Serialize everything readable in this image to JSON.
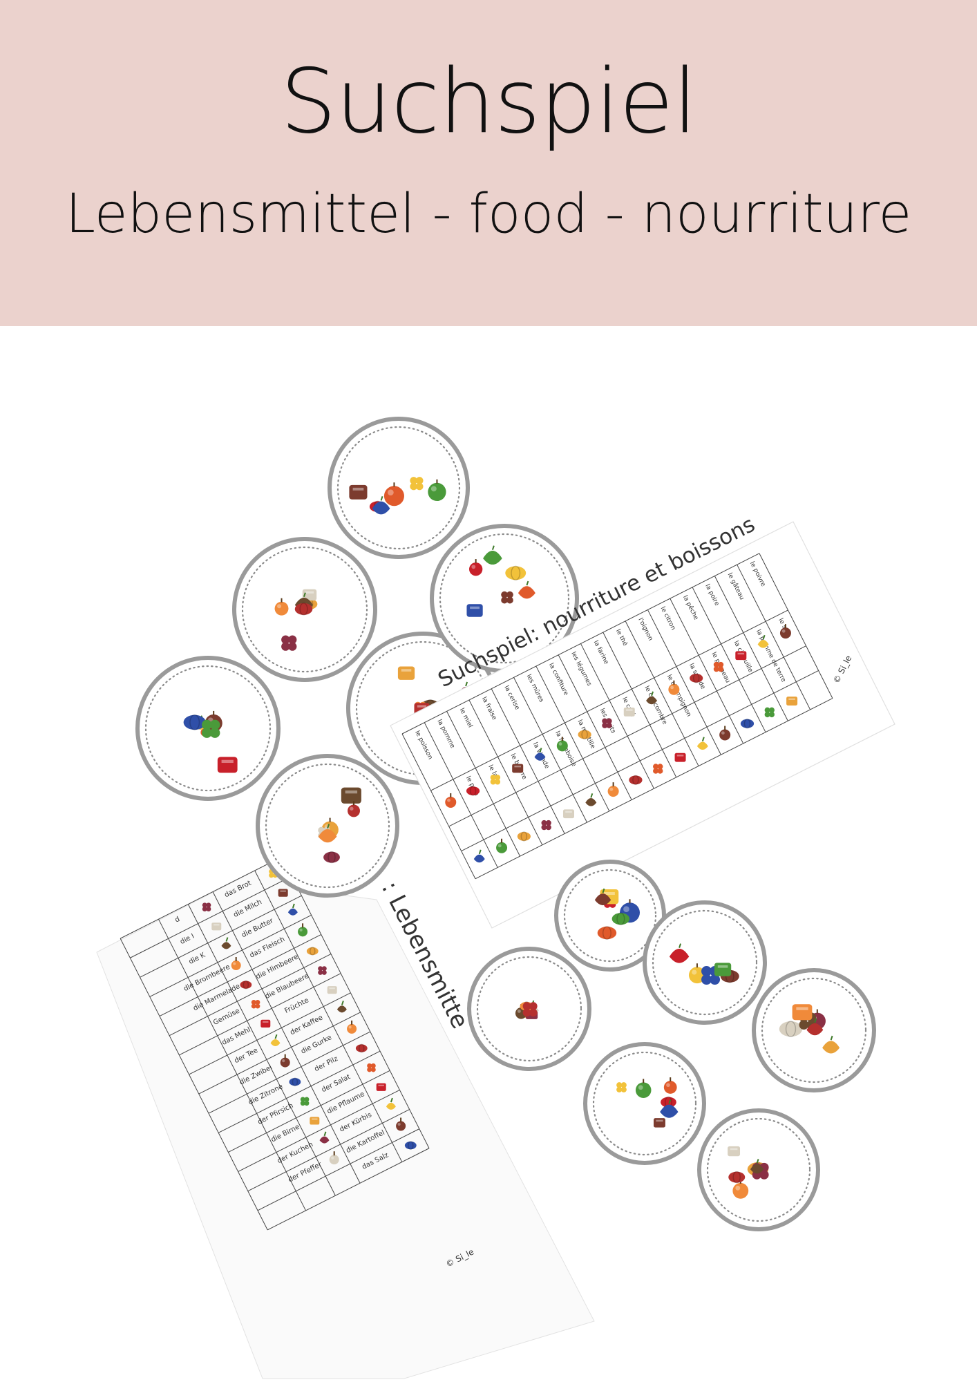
{
  "header": {
    "title": "Suchspiel",
    "subtitle": "Lebensmittel - food - nourriture"
  },
  "french_sheet": {
    "title": "Suchspiel: nourriture et boissons",
    "words": [
      "le pain",
      "le lait",
      "le beurre",
      "la viande",
      "la framboise",
      "la myrtille",
      "les fruits",
      "le café",
      "le concombre",
      "le champignon",
      "la salade",
      "le pruneau",
      "la citrouille",
      "la pomme de terre",
      "le sel",
      "le poisson",
      "la pomme",
      "le miel",
      "la fraise",
      "la cerise",
      "les mûres",
      "la confiture",
      "les légumes",
      "la farine",
      "le thé",
      "l'oignon",
      "le citron",
      "la pêche",
      "la poire",
      "le gâteau",
      "le poivre"
    ],
    "copyright": "© Si_le"
  },
  "german_sheet": {
    "title": ": Lebensmitte",
    "words": [
      "das Brot",
      "die Milch",
      "die Butter",
      "das Fleisch",
      "die Himbeere",
      "die Blaubeere",
      "Früchte",
      "der Kaffee",
      "die Gurke",
      "der Pilz",
      "der Salat",
      "die Pflaume",
      "der Kürbis",
      "die Kartoffel",
      "das Salz",
      "d",
      "die I",
      "die K",
      "die Brombeere",
      "die Marmelade",
      "Gemüse",
      "das Mehl",
      "der Tee",
      "die Zwibel",
      "die Zitrone",
      "der Pfirsich",
      "die Birne",
      "der Kuchen",
      "der Pfeffer"
    ],
    "copyright": "© Si_le"
  },
  "colors": {
    "banner": "#ebd2cd",
    "card_ring": "#9a9a9a",
    "card_dots": "#8a8a8a"
  }
}
